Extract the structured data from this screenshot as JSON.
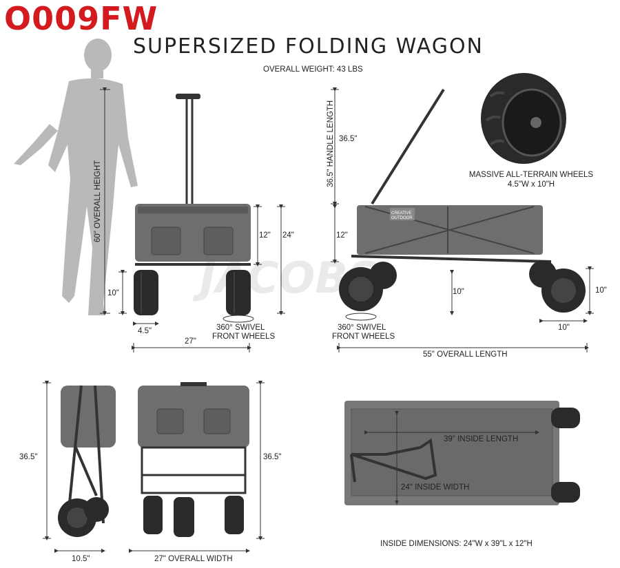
{
  "header": {
    "model": "O009FW",
    "title": "SUPERSIZED FOLDING WAGON",
    "weight": "OVERALL WEIGHT: 43 LBS"
  },
  "watermark": "JACOBS",
  "person_panel": {
    "height_label": "60\" OVERALL HEIGHT"
  },
  "front_view": {
    "handle": "",
    "body_height": "12\"",
    "total_height": "24\"",
    "ground_clearance": "10\"",
    "wheel_width": "4.5\"",
    "width": "27\"",
    "swivel_line1": "360° SWIVEL",
    "swivel_line2": "FRONT WHEELS"
  },
  "side_view": {
    "handle_length_label": "36.5\" HANDLE LENGTH",
    "handle_value": "36.5\"",
    "body_height": "12\"",
    "clearance_front": "10\"",
    "clearance_rear": "10\"",
    "rear_wheel_width": "10\"",
    "length": "55\" OVERALL LENGTH",
    "swivel_line1": "360° SWIVEL",
    "swivel_line2": "FRONT WHEELS",
    "brand_line1": "CREATIVE",
    "brand_line2": "OUTDOOR"
  },
  "wheel_callout": {
    "line1": "MASSIVE ALL-TERRAIN WHEELS",
    "line2": "4.5\"W x 10\"H"
  },
  "folded_side": {
    "height": "36.5\"",
    "depth": "10.5\""
  },
  "folded_front": {
    "height": "36.5\"",
    "width": "27\" OVERALL WIDTH"
  },
  "top_view": {
    "inside_length": "39\" INSIDE LENGTH",
    "inside_width": "24\" INSIDE WIDTH",
    "inside_dims": "INSIDE DIMENSIONS: 24\"W x 39\"L x 12\"H"
  },
  "colors": {
    "brand_red": "#d31a1f",
    "fabric": "#6e6e6e",
    "frame": "#333333",
    "tire": "#2a2a2a",
    "silhouette": "#b9b9b9"
  }
}
